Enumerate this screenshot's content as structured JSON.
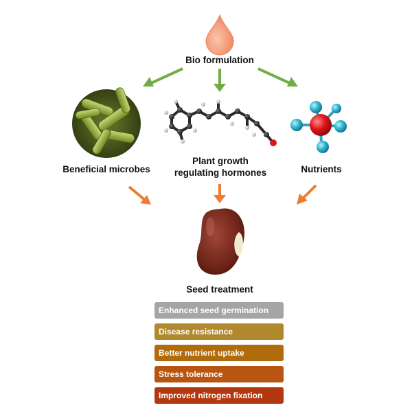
{
  "bio_formulation": {
    "label": "Bio formulation",
    "icon": "droplet-icon",
    "color": "#f5a07f"
  },
  "components": [
    {
      "label": "Beneficial microbes",
      "icon": "bacteria-icon"
    },
    {
      "label": "Plant growth\nregulating hormones",
      "icon": "molecule-structure-icon"
    },
    {
      "label": "Nutrients",
      "icon": "molecule-ball-icon"
    }
  ],
  "seed_treatment": {
    "label": "Seed treatment",
    "icon": "bean-seed-icon"
  },
  "benefits": [
    {
      "label": "Enhanced seed germination",
      "color": "#a5a5a5"
    },
    {
      "label": "Disease resistance",
      "color": "#b0892f"
    },
    {
      "label": "Better nutrient uptake",
      "color": "#b06c0c"
    },
    {
      "label": "Stress tolerance",
      "color": "#b85510"
    },
    {
      "label": "Improved nitrogen fixation",
      "color": "#b3380f"
    }
  ],
  "colors": {
    "green_arrow": "#70ad47",
    "orange_arrow": "#ed7d31"
  }
}
